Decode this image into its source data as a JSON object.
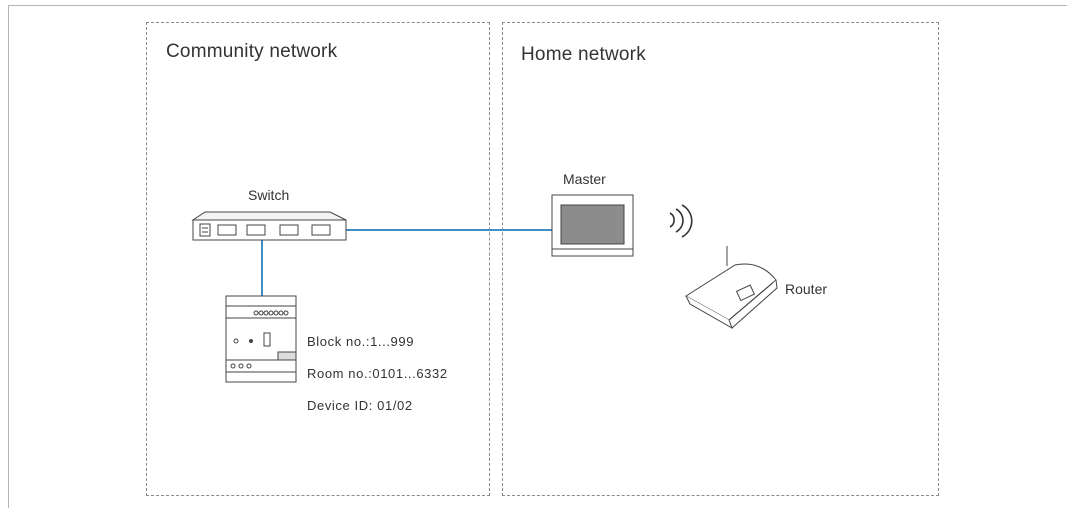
{
  "zones": {
    "community": {
      "title": "Community network"
    },
    "home": {
      "title": "Home network"
    }
  },
  "devices": {
    "switch": {
      "label": "Switch"
    },
    "master": {
      "label": "Master"
    },
    "router": {
      "label": "Router"
    }
  },
  "gateway_info": {
    "block": "Block no.:1...999",
    "room": "Room no.:0101...6332",
    "device_id": "Device ID: 01/02"
  },
  "colors": {
    "link": "#3f8fc6",
    "outline": "#444444",
    "screen": "#8c8c8c"
  }
}
